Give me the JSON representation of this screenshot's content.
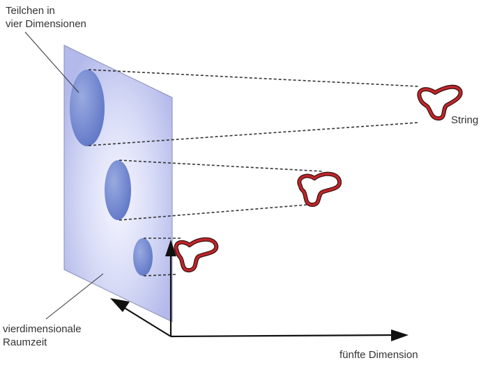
{
  "labels": {
    "particles_line1": "Teilchen in",
    "particles_line2": "vier Dimensionen",
    "string": "String",
    "spacetime_line1": "vierdimensionale",
    "spacetime_line2": "Raumzeit",
    "fifth_dimension": "fünfte Dimension"
  },
  "colors": {
    "plane_fill": "#b9bfee",
    "plane_center": "#f7f7ff",
    "plane_edge": "#8a8fb8",
    "particle": "#6f85cf",
    "string_core": "#c0262a",
    "string_outline": "#4a1414",
    "dashed_line": "#333333",
    "axis": "#111111",
    "text": "#333333"
  },
  "elements": {
    "particles": [
      "large-particle",
      "medium-particle",
      "small-particle"
    ],
    "strings": [
      "string-large",
      "string-medium",
      "string-small"
    ],
    "axes": [
      "fifth-dimension-axis",
      "vertical-axis",
      "depth-axis"
    ]
  }
}
